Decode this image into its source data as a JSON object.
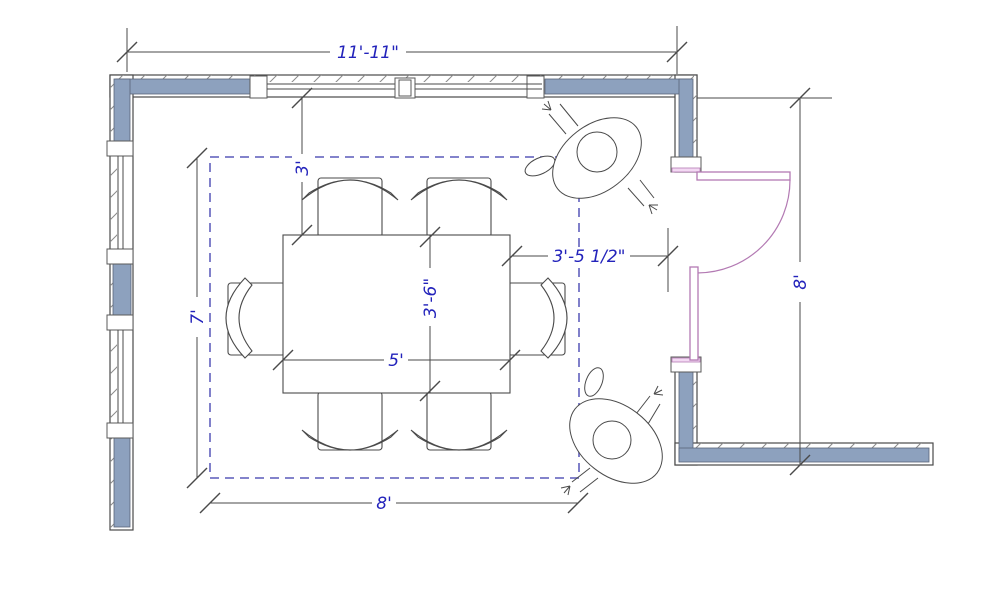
{
  "title": "dining room floor plan",
  "dimensions": {
    "overall_width": "11'-11\"",
    "right_wall_height": "8'",
    "clearance_width": "8'",
    "clearance_height": "7'",
    "table_to_window_wall": "3'",
    "table_length": "5'",
    "table_depth": "3'-6\"",
    "table_to_right_wall": "3'-5 1/2\""
  },
  "colors": {
    "wall_fill": "#8da1be",
    "drawing_line": "#4a4a4a",
    "dimension_text": "#2323bb",
    "clearance_dashed_line": "#7272c4",
    "door_pink": "#b37ab3",
    "background": "#ffffff"
  },
  "elements": {
    "dining_table": "rectangular-table",
    "chair_count": 6,
    "person_figure_count": 2,
    "door": "double-door-right-wall",
    "windows": "left-wall-and-top-wall"
  }
}
